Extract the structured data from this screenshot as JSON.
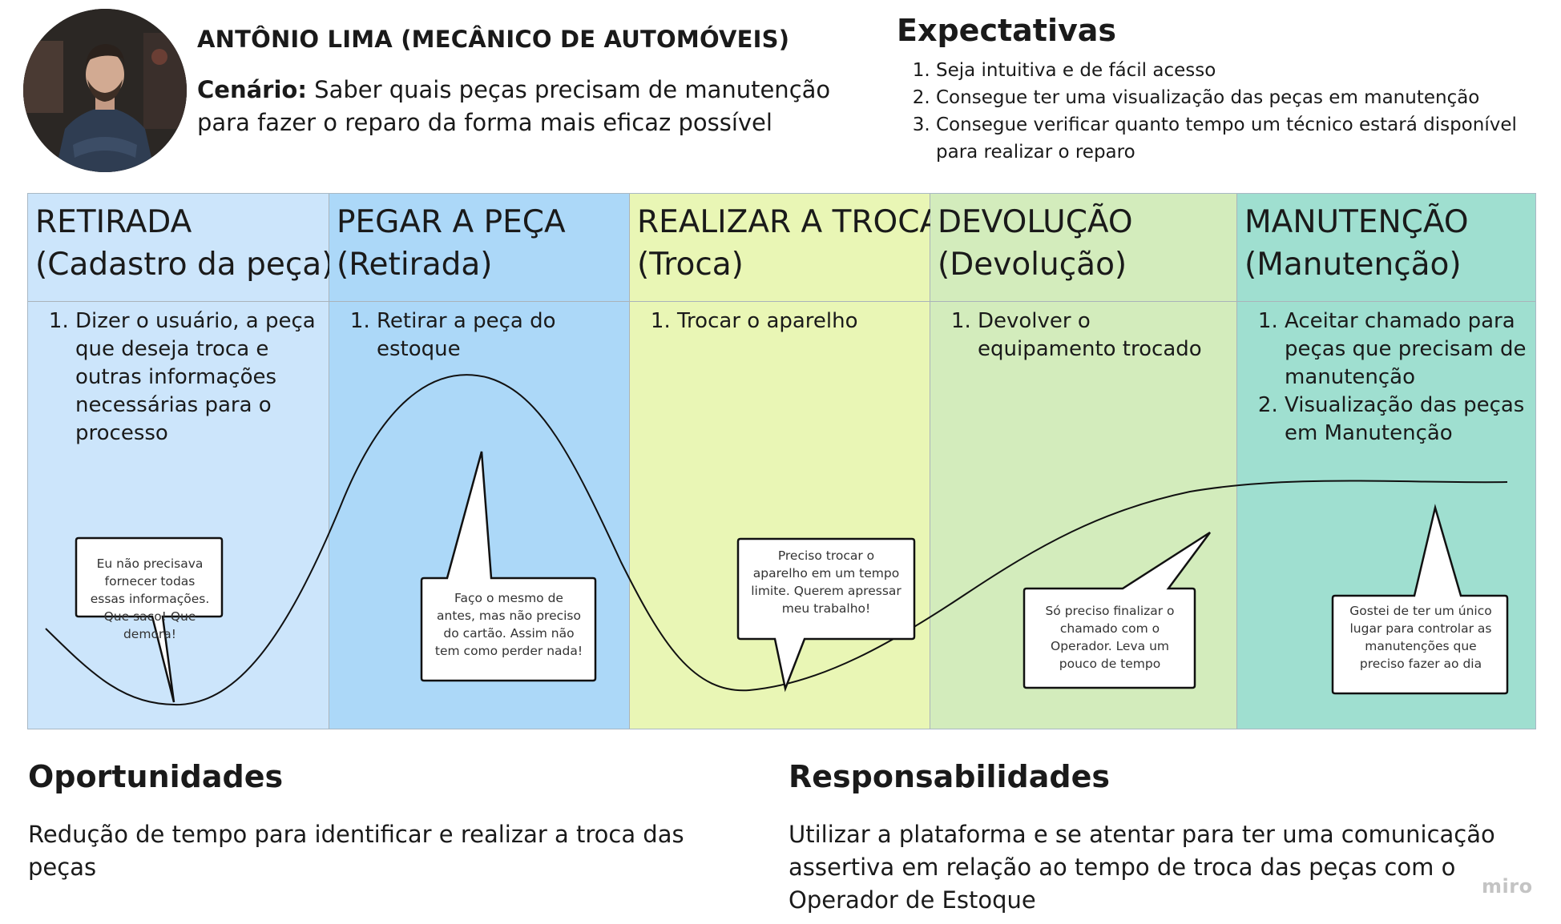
{
  "persona": {
    "name": "ANTÔNIO LIMA (MECÂNICO DE AUTOMÓVEIS)",
    "scenario_label": "Cenário:",
    "scenario_text": " Saber quais peças precisam de manutenção para fazer o reparo da forma mais eficaz possível"
  },
  "expectativas": {
    "title": "Expectativas",
    "items": [
      "Seja intuitiva e de fácil acesso",
      "Consegue ter uma visualização das peças em manutenção",
      "Consegue verificar quanto tempo um técnico estará disponível para realizar o reparo"
    ]
  },
  "stages": [
    {
      "title": "RETIRADA",
      "subtitle": "(Cadastro da peça)",
      "color": "#cce5fb",
      "items": [
        "Dizer o usuário, a peça que deseja troca e outras informações necessárias para o processo"
      ],
      "bubble": "Eu não precisava fornecer todas essas informações. Que saco! Que demora!"
    },
    {
      "title": "PEGAR A PEÇA",
      "subtitle": "(Retirada)",
      "color": "#acd8f8",
      "items": [
        "Retirar a peça do estoque"
      ],
      "bubble": "Faço o mesmo de antes, mas não preciso do cartão. Assim não tem como perder nada!"
    },
    {
      "title": "REALIZAR A TROCA",
      "subtitle": "(Troca)",
      "color": "#e9f6b5",
      "items": [
        "Trocar o aparelho"
      ],
      "bubble": "Preciso trocar o aparelho em um tempo limite. Querem apressar meu trabalho!"
    },
    {
      "title": "DEVOLUÇÃO",
      "subtitle": "(Devolução)",
      "color": "#d3ecbc",
      "items": [
        "Devolver o equipamento trocado"
      ],
      "bubble": "Só preciso finalizar o chamado com o Operador. Leva um pouco de tempo"
    },
    {
      "title": "MANUTENÇÃO",
      "subtitle": "(Manutenção)",
      "color": "#9fdfd0",
      "items": [
        "Aceitar chamado para peças que precisam de manutenção",
        "Visualização das peças em Manutenção"
      ],
      "bubble": "Gostei de ter um único lugar para controlar as manutenções que preciso fazer ao dia"
    }
  ],
  "oportunidades": {
    "title": "Oportunidades",
    "text": "Redução de tempo para identificar e realizar a troca das peças"
  },
  "responsabilidades": {
    "title": "Responsabilidades",
    "text": "Utilizar a plataforma e se atentar para ter uma comunicação assertiva em relação ao tempo de troca das peças com o Operador de Estoque"
  },
  "watermark": "miro"
}
